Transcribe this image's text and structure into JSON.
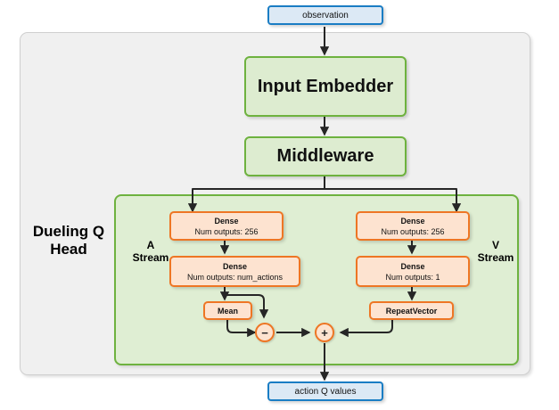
{
  "diagram": {
    "title_label": "Dueling Q Head",
    "input": {
      "label": "observation"
    },
    "output": {
      "label": "action Q values"
    },
    "modules": [
      {
        "label": "Input Embedder"
      },
      {
        "label": "Middleware"
      }
    ],
    "streams": [
      {
        "name": "advantage",
        "label": "A\nStream",
        "line1": "A",
        "line2": "Stream"
      },
      {
        "name": "value",
        "label": "V\nStream",
        "line1": "V",
        "line2": "Stream"
      }
    ],
    "advantage_stream": {
      "dense1": {
        "title": "Dense",
        "sub": "Num outputs: 256"
      },
      "dense2": {
        "title": "Dense",
        "sub": "Num outputs: num_actions"
      },
      "mean": {
        "label": "Mean"
      }
    },
    "value_stream": {
      "dense1": {
        "title": "Dense",
        "sub": "Num outputs: 256"
      },
      "dense2": {
        "title": "Dense",
        "sub": "Num outputs: 1"
      },
      "repeat": {
        "label": "RepeatVector"
      }
    },
    "operators": [
      {
        "name": "subtract",
        "symbol": "−"
      },
      {
        "name": "add",
        "symbol": "+"
      }
    ],
    "colors": {
      "io_fill": "#dce9f5",
      "io_stroke": "#1a7dc4",
      "module_fill": "#ddecd0",
      "module_stroke": "#6eb23f",
      "layer_fill": "#fde3d0",
      "layer_stroke": "#ee7624",
      "panel_fill": "#dfeed3",
      "container_fill": "#f0f0f0",
      "wire": "#262626"
    }
  }
}
